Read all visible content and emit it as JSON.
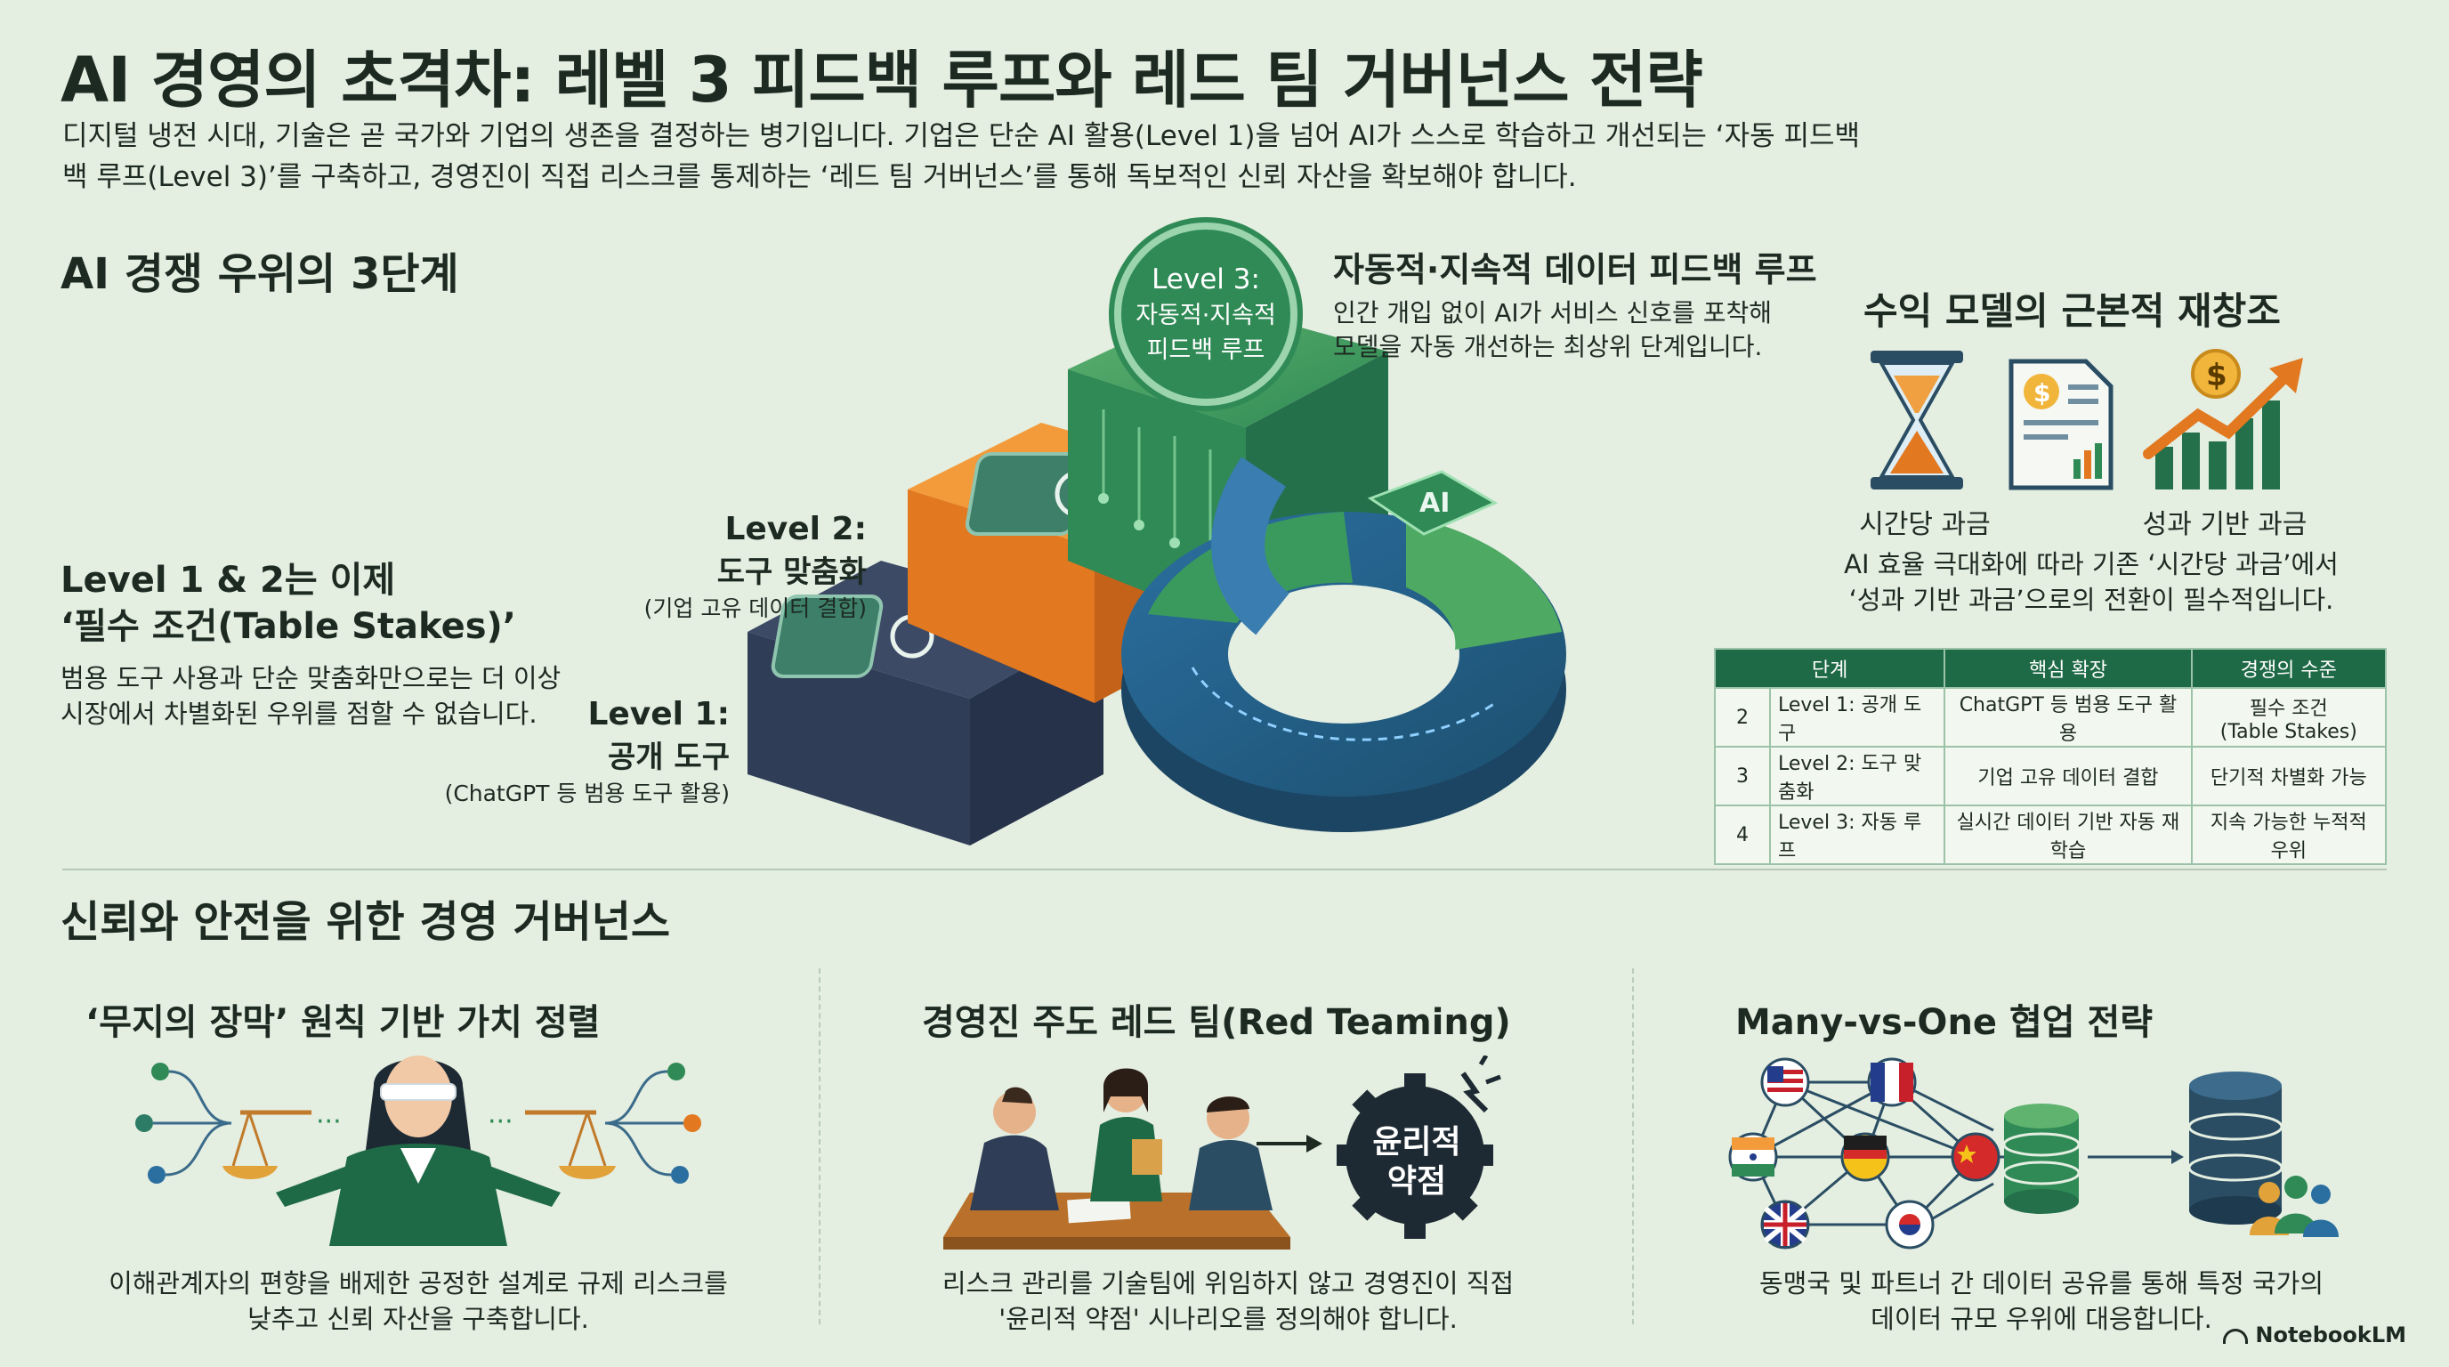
{
  "header": {
    "title": "AI 경영의 초격차: 레벨 3 피드백 루프와 레드 팀 거버넌스 전략",
    "intro_line1": "디지털 냉전 시대, 기술은 곧 국가와 기업의 생존을 결정하는 병기입니다. 기업은 단순 AI 활용(Level 1)을 넘어 AI가 스스로 학습하고 개선되는 ‘자동 피드백",
    "intro_line2": "백 루프(Level 3)’를 구축하고, 경영진이 직접 리스크를 통제하는 ‘레드 팀 거버넌스’를 통해 독보적인 신뢰 자산을 확보해야 합니다."
  },
  "stages": {
    "heading": "AI 경쟁 우위의 3단계",
    "stakes_title_line1": "Level 1 & 2는 이제",
    "stakes_title_line2": "‘필수 조건(Table Stakes)’",
    "stakes_body_line1": "범용 도구 사용과 단순 맞춤화만으로는 더 이상",
    "stakes_body_line2": "시장에서 차별화된 우위를 점할 수 없습니다.",
    "level1_title": "Level 1:",
    "level1_sub": "공개 도구",
    "level1_note": "(ChatGPT 등 범용 도구 활용)",
    "level2_title": "Level 2:",
    "level2_sub": "도구 맞춤화",
    "level2_note": "(기업 고유 데이터 결합)",
    "level3_badge_line1": "Level 3:",
    "level3_badge_line2": "자동적·지속적",
    "level3_badge_line3": "피드백 루프",
    "level3_title": "자동적·지속적 데이터 피드백 루프",
    "level3_desc_line1": "인간 개입 없이 AI가 서비스 신호를 포착해",
    "level3_desc_line2": "모델을 자동 개선하는 최상위 단계입니다.",
    "chip_label": "AI"
  },
  "revenue": {
    "heading": "수익 모델의 근본적 재창조",
    "label_time": "시간당 과금",
    "label_perf": "성과 기반 과금",
    "desc_line1": "AI 효율 극대화에 따라 기존 ‘시간당 과금’에서",
    "desc_line2": "‘성과 기반 과금’으로의 전환이 필수적입니다.",
    "icon_time": "hourglass-icon",
    "icon_doc": "invoice-document-icon",
    "icon_chart": "growth-chart-icon"
  },
  "table": {
    "headers": [
      "단계",
      "핵심 확장",
      "경쟁의 수준"
    ],
    "rows": [
      {
        "num": "2",
        "stage": "Level 1: 공개 도구",
        "expansion": "ChatGPT 등 범용 도구 활용",
        "level_line1": "필수 조건",
        "level_line2": "(Table Stakes)"
      },
      {
        "num": "3",
        "stage": "Level 2: 도구 맞춤화",
        "expansion": "기업 고유 데이터 결합",
        "level_line1": "단기적 차별화 가능",
        "level_line2": ""
      },
      {
        "num": "4",
        "stage": "Level 3: 자동 루프",
        "expansion": "실시간 데이터 기반 자동 재학습",
        "level_line1": "지속 가능한 누적적 우위",
        "level_line2": ""
      }
    ]
  },
  "governance": {
    "heading": "신뢰와 안전을 위한 경영 거버넌스",
    "col1_title": "‘무지의 장막’ 원칙 기반 가치 정렬",
    "col1_desc_line1": "이해관계자의 편향을 배제한 공정한 설계로 규제 리스크를",
    "col1_desc_line2": "낮추고 신뢰 자산을 구축합니다.",
    "col2_title": "경영진 주도 레드 팀(Red Teaming)",
    "col2_gear_line1": "윤리적",
    "col2_gear_line2": "약점",
    "col2_desc_line1": "리스크 관리를 기술팀에 위임하지 않고 경영진이 직접",
    "col2_desc_line2": "'윤리적 약점' 시나리오를 정의해야 합니다.",
    "col3_title": "Many-vs-One 협업 전략",
    "col3_desc_line1": "동맹국 및 파트너 간 데이터 공유를 통해 특정 국가의",
    "col3_desc_line2": "데이터 규모 우위에 대응합니다."
  },
  "brand": "NotebookLM",
  "colors": {
    "background": "#e4eee1",
    "primary_green": "#1f6a46",
    "orange": "#e2781f",
    "navy": "#2f3d57",
    "teal": "#2d7d66"
  }
}
